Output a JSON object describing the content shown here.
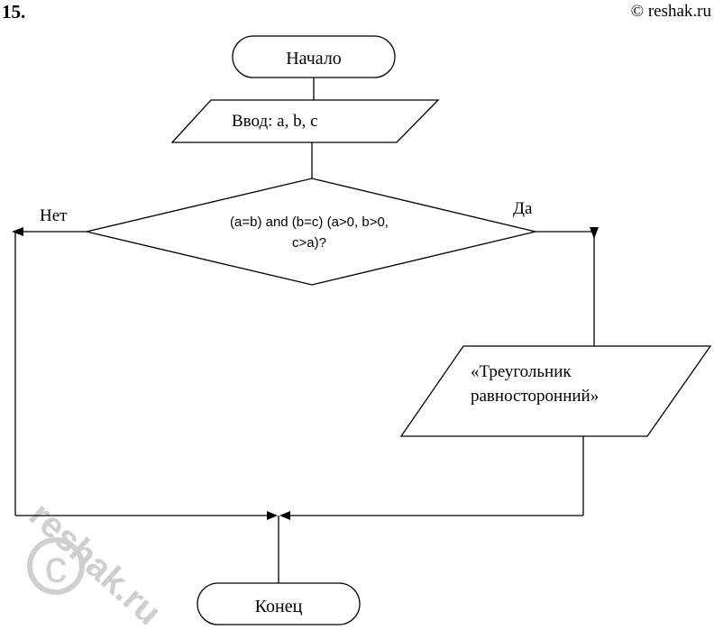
{
  "header": {
    "problem_number": "15.",
    "copyright": "© reshak.ru"
  },
  "watermark": {
    "text": "reshak.ru",
    "color": "#cfcfcf"
  },
  "flowchart": {
    "start": "Начало",
    "input": "Ввод:  a, b, c",
    "condition": {
      "line1": "(a=b) and (b=c) (a>0, b>0,",
      "line2": "c>a)?"
    },
    "branch_no": "Нет",
    "branch_yes": "Да",
    "output": {
      "line1": "«Треугольник",
      "line2": "равносторонний»"
    },
    "end": "Конец"
  }
}
